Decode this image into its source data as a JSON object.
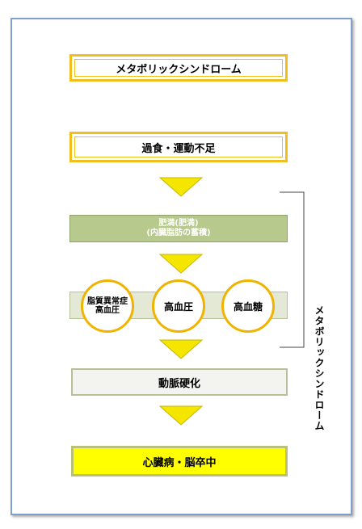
{
  "boxes": {
    "box1": "メタボリックシンドローム",
    "box2": "過食・運動不足",
    "box3_line1": "肥満(肥満)",
    "box3_line2": "(内臓脂肪の蓄積)",
    "box5": "動脈硬化",
    "box6": "心臓病・脳卒中"
  },
  "circles": {
    "c1": "脂質異常症 高血圧",
    "c2": "高血圧",
    "c3": "高血糖"
  },
  "bracket_label": "メタボリックシンドローム",
  "colors": {
    "arrow": "#f5e600",
    "circle_border": "#f0b400",
    "frame": "#7f9fd0"
  }
}
